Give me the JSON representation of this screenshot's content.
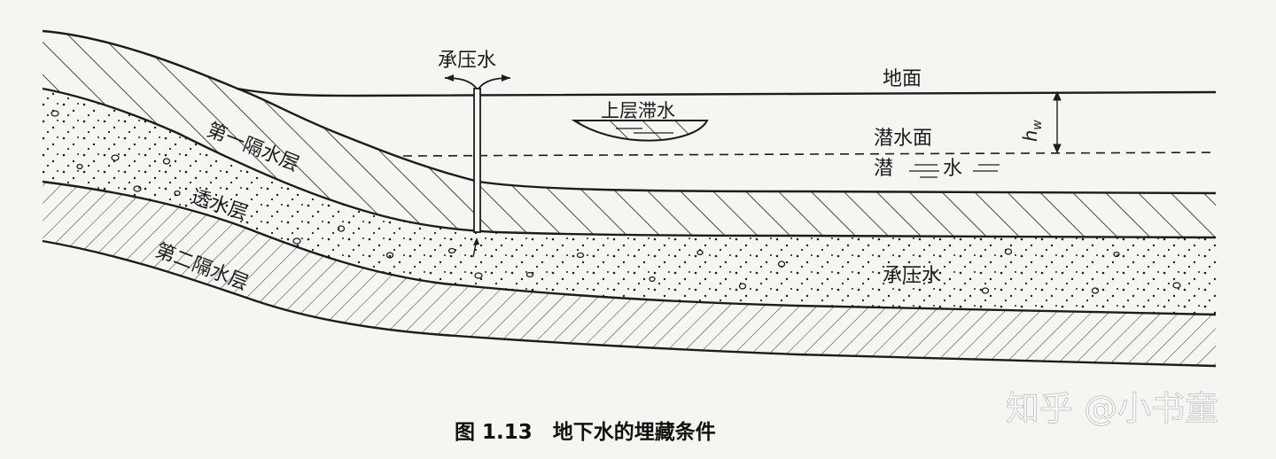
{
  "labels": {
    "artesian_outflow": "承压水",
    "ground_surface": "地面",
    "perched_water": "上层滞水",
    "phreatic_surface": "潜水面",
    "phreatic_water_left": "潜",
    "phreatic_water_right": "水",
    "first_aquiclude": "第一隔水层",
    "aquifer": "透水层",
    "second_aquiclude": "第二隔水层",
    "confined_water": "承压水",
    "hw_main": "h",
    "hw_sub": "w"
  },
  "caption": "图 1.13　地下水的埋藏条件",
  "watermark": "知乎 @小书童",
  "colors": {
    "ink": "#1c1c1c",
    "paper": "#f6f5f2",
    "watermark_stroke": "#bdbdbd"
  }
}
